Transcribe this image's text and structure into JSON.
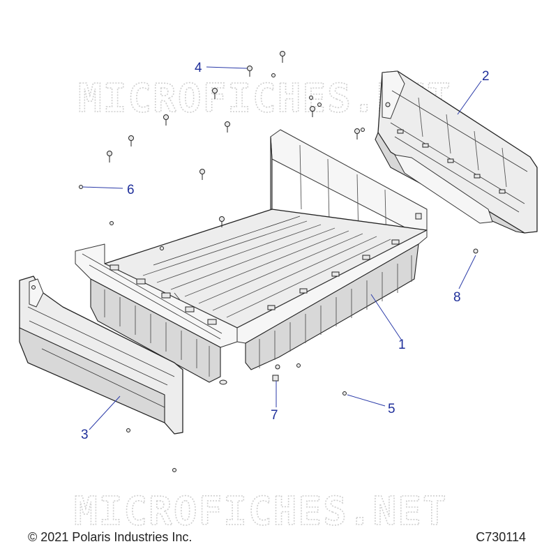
{
  "watermark": "MICROFICHES.NET",
  "footer": {
    "copyright": "© 2021 Polaris Industries Inc.",
    "diagram_code": "C730114"
  },
  "callouts": [
    "1",
    "2",
    "3",
    "4",
    "5",
    "6",
    "7",
    "8"
  ],
  "colors": {
    "callout": "#1f2f9a",
    "line_art": "#222222",
    "watermark": "#cfcfcf"
  }
}
